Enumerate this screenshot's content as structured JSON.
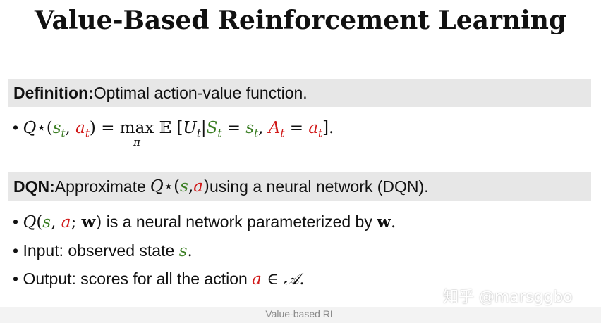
{
  "slide": {
    "title": "Value-Based Reinforcement Learning",
    "definition_label": "Definition:",
    "definition_text": " Optimal action-value function.",
    "dqn_label": "DQN:",
    "dqn_text_pre": " Approximate ",
    "dqn_text_post": " using a neural network (DQN).",
    "bullet1_text": " is a neural network parameterized by ",
    "bullet2_text": "Input: observed state ",
    "bullet3_text": "Output: scores for all the action ",
    "bullet_char": "•"
  },
  "footer": {
    "text": "Value-based RL"
  },
  "watermark": {
    "text": "知乎 @marsggbo"
  }
}
